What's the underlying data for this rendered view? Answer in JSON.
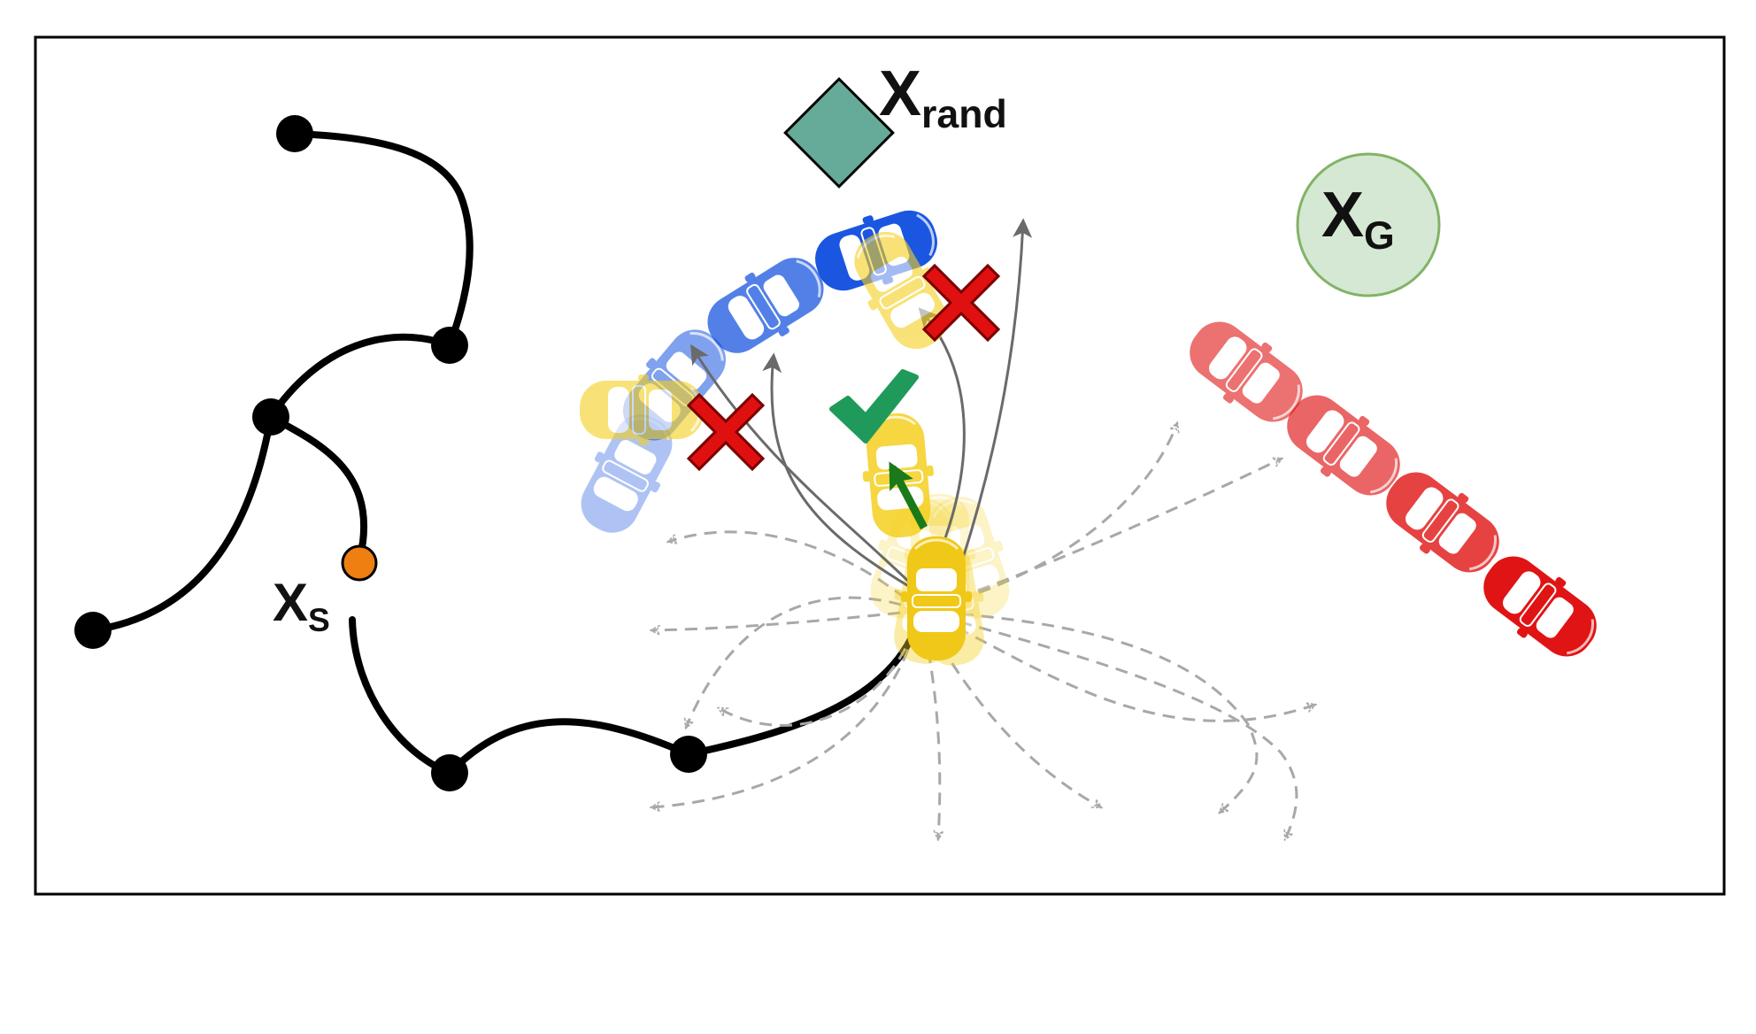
{
  "labels": {
    "x_rand": {
      "main": "X",
      "sub": "rand"
    },
    "x_s": {
      "main": "X",
      "sub": "S"
    },
    "x_g": {
      "main": "X",
      "sub": "G"
    }
  },
  "colors": {
    "tree": "#000000",
    "start_node": "#f07f12",
    "sample_diamond": "#66aa9a",
    "goal_fill": "#d5e8d4",
    "goal_stroke": "#82b366",
    "ego_car": "#f5d020",
    "blue_obstacle": "#1a56e0",
    "red_obstacle": "#e01414",
    "reject_mark": "#e01010",
    "accept_mark": "#1f9a5a",
    "accept_arrow": "#1a7a1a",
    "candidate_arrow": "#6a6a6a",
    "motion_primitive": "#a8a8a8"
  },
  "icons": {
    "reject": "cross-icon",
    "accept": "checkmark-icon",
    "sample": "diamond-icon"
  }
}
